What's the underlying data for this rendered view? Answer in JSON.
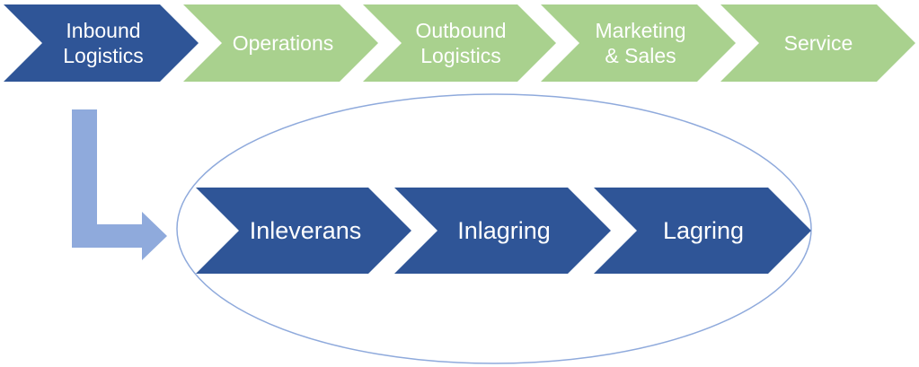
{
  "value_chain": [
    {
      "label": "Inbound\nLogistics",
      "active": true
    },
    {
      "label": "Operations",
      "active": false
    },
    {
      "label": "Outbound\nLogistics",
      "active": false
    },
    {
      "label": "Marketing\n& Sales",
      "active": false
    },
    {
      "label": "Service",
      "active": false
    }
  ],
  "sub_process": [
    {
      "label": "Inleverans"
    },
    {
      "label": "Inlagring"
    },
    {
      "label": "Lagring"
    }
  ],
  "colors": {
    "active": "#2f5597",
    "inactive": "#a9d18e",
    "connector": "#8faadc",
    "ellipse": "#8faadc",
    "text": "#ffffff"
  }
}
